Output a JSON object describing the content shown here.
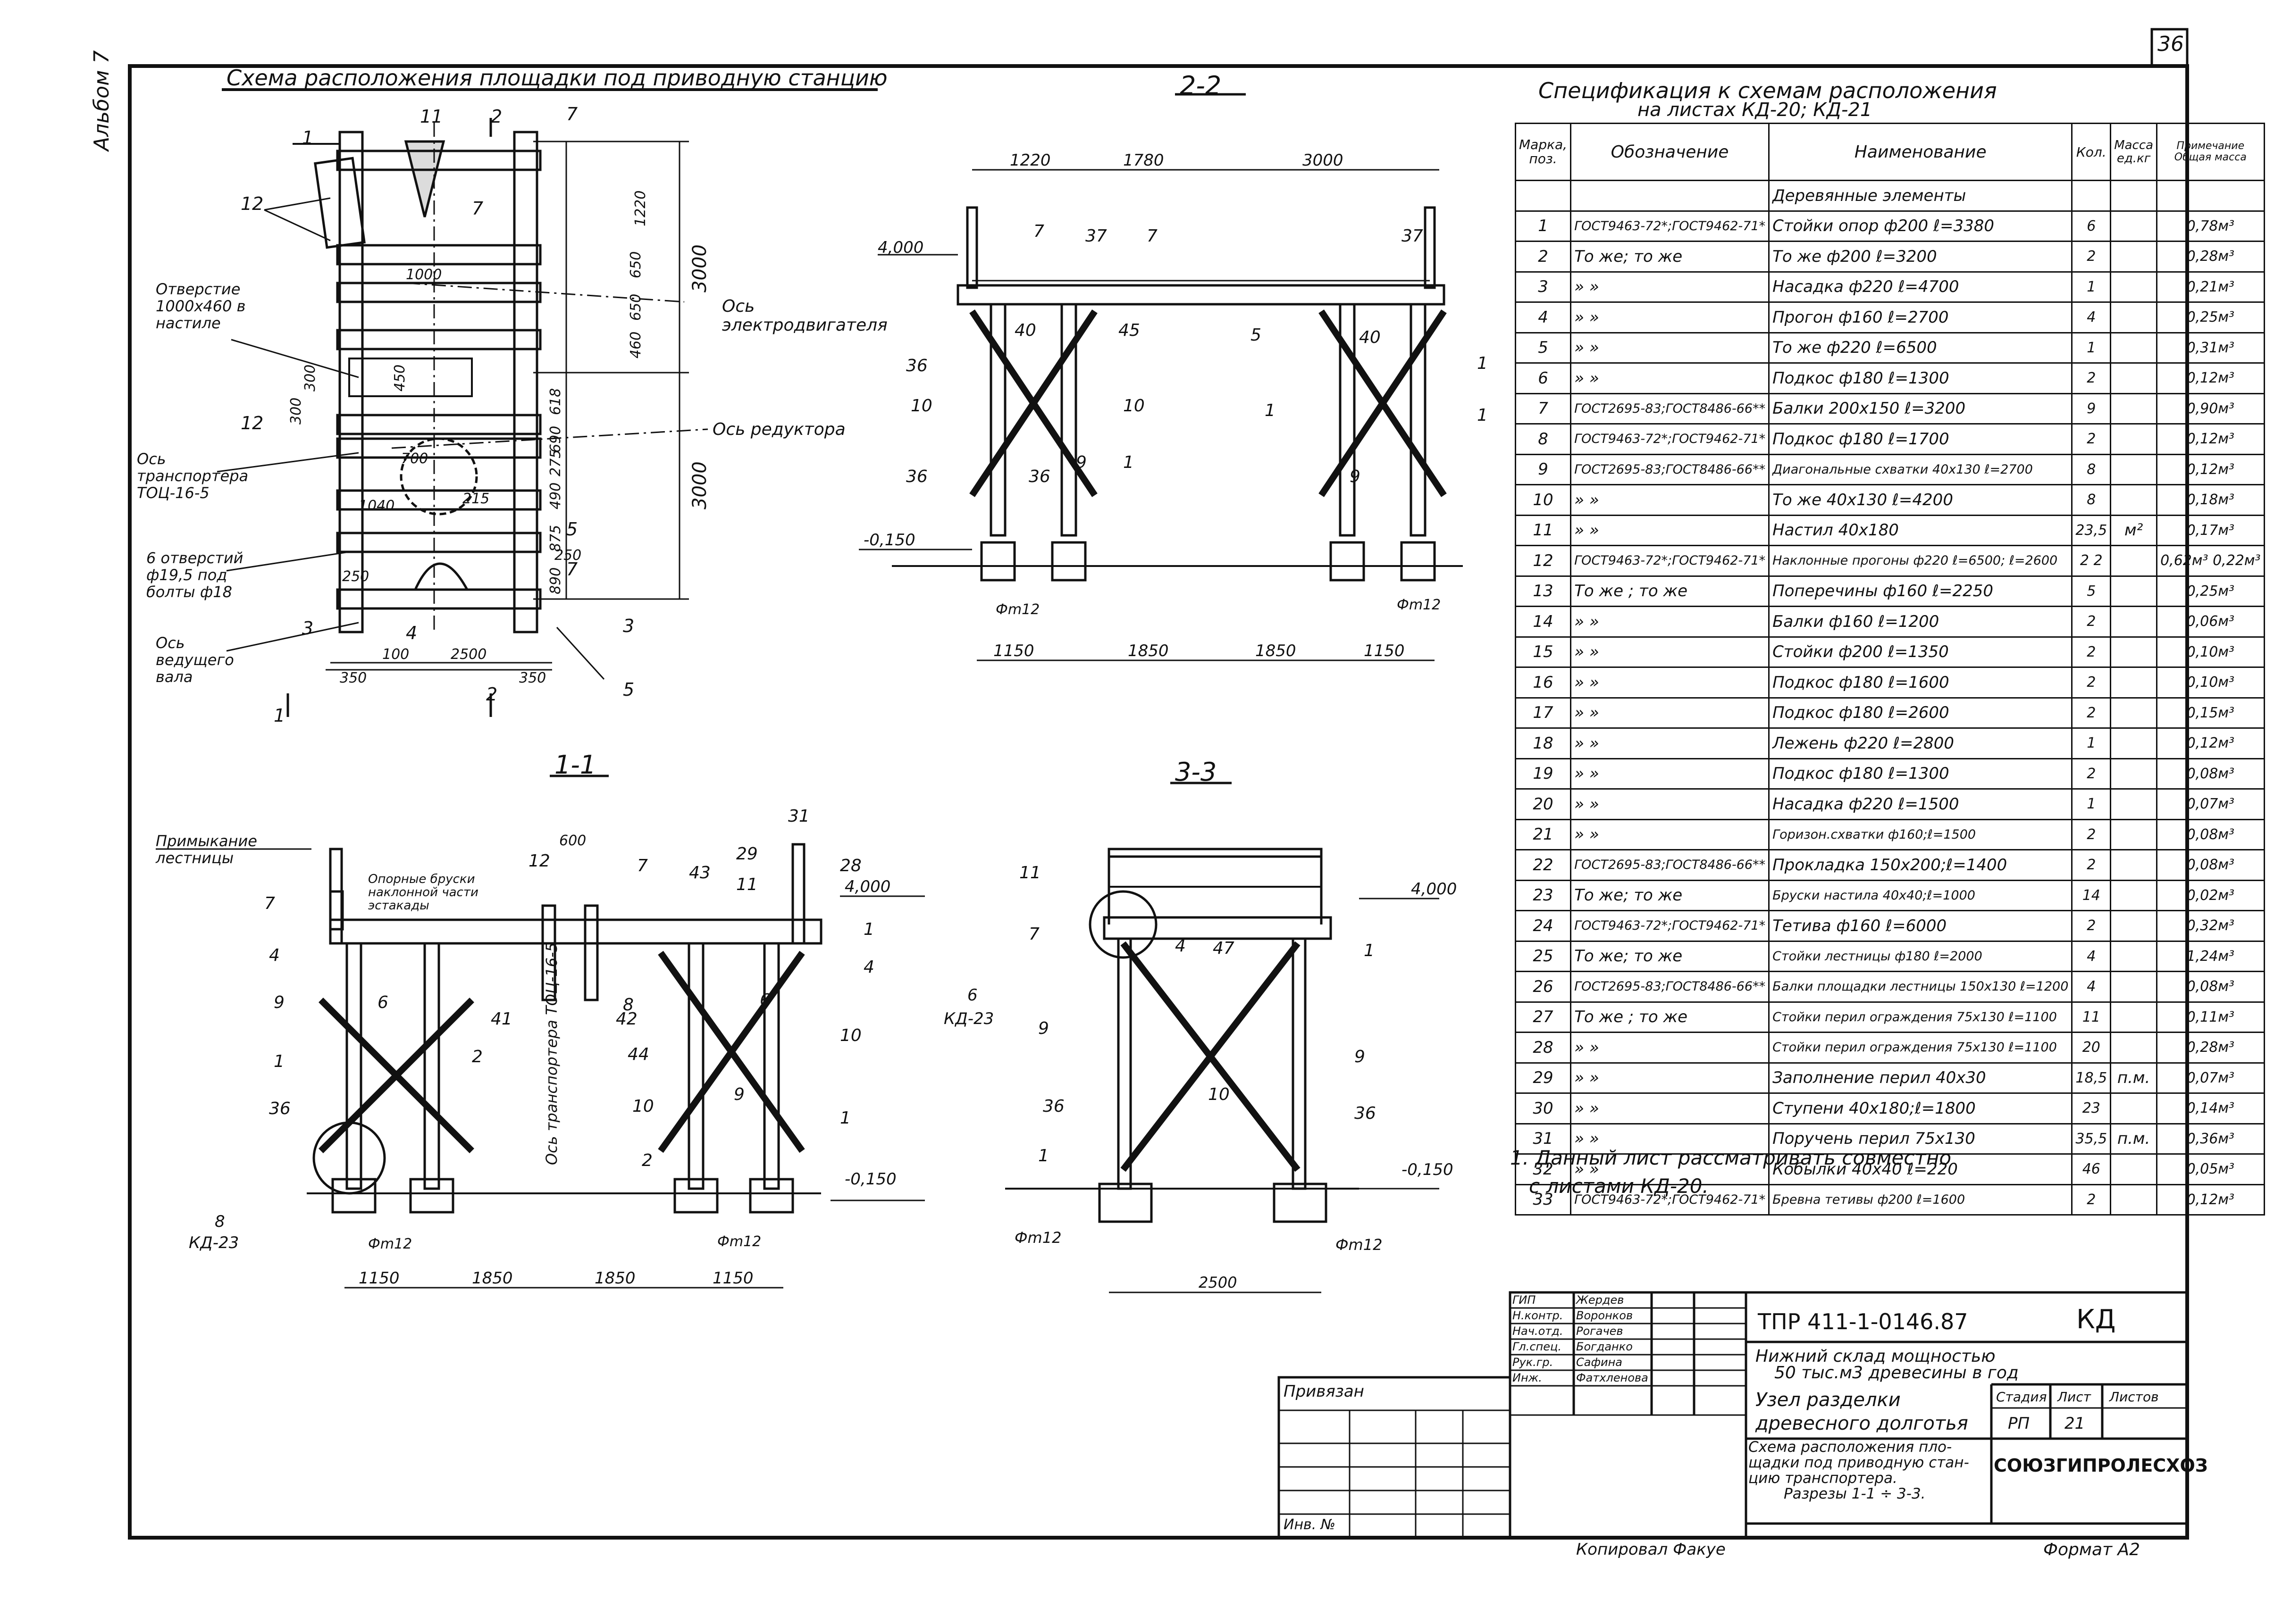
{
  "sheet_number": "36",
  "side_label": "Альбом 7",
  "main_title": "Схема расположения площадки под приводную станцию",
  "sections": {
    "s22": "2-2",
    "s11": "1-1",
    "s33": "3-3"
  },
  "plan_labels": {
    "opening": "Отверстие 1000х460 в настиле",
    "motor_axis": "Ось электродвигателя",
    "reducer_axis": "Ось редуктора",
    "transformer_axis": "Ось транспортера ТОЦ-16-5",
    "holes": "6 отверстий ф19,5 под болты ф18",
    "drive_shaft_axis": "Ось ведущего вала",
    "dims": [
      "1220",
      "650",
      "650",
      "460",
      "618",
      "690",
      "275",
      "490",
      "875",
      "890",
      "3000",
      "3000",
      "100",
      "2500",
      "350",
      "350",
      "250",
      "250",
      "1000",
      "700",
      "215",
      "1040",
      "450",
      "300",
      "300"
    ],
    "callouts": [
      "1",
      "1",
      "2",
      "2",
      "3",
      "3",
      "4",
      "5",
      "5",
      "7",
      "7",
      "7",
      "11",
      "12",
      "12"
    ]
  },
  "s22_labels": {
    "level_top": "4,000",
    "level_bottom": "-0,150",
    "top_dims": [
      "1220",
      "1780",
      "3000"
    ],
    "bottom_dims": [
      "1150",
      "1850",
      "1850",
      "1150"
    ],
    "foundation": "Фm12",
    "callouts": [
      "7",
      "37",
      "7",
      "37",
      "40",
      "45",
      "5",
      "40",
      "36",
      "36",
      "10",
      "10",
      "1",
      "1",
      "36",
      "9",
      "1",
      "9",
      "1"
    ]
  },
  "s11_labels": {
    "stair_abutment": "Примыкание лестницы",
    "support_bars": "Опорные бруски наклонной части эстакады",
    "transformer_axis": "Ось транспортера ТОЦ-16-5",
    "level_top": "4,000",
    "level_bottom": "-0,150",
    "top_dim": "600",
    "bottom_dims": [
      "1150",
      "1850",
      "1850",
      "1150"
    ],
    "foundation": "Фm12",
    "ref": "8",
    "ref_sheet": "КД-23",
    "callouts": [
      "7",
      "4",
      "9",
      "1",
      "36",
      "6",
      "2",
      "41",
      "42",
      "12",
      "7",
      "43",
      "11",
      "29",
      "31",
      "28",
      "1",
      "4",
      "8",
      "6",
      "44",
      "10",
      "10",
      "2",
      "9",
      "1"
    ]
  },
  "s33_labels": {
    "level_top": "4,000",
    "level_bottom": "-0,150",
    "bottom_dim": "2500",
    "foundation": "Фm12",
    "ref": "6",
    "ref_sheet": "КД-23",
    "callouts": [
      "11",
      "7",
      "4",
      "47",
      "1",
      "9",
      "36",
      "10",
      "9",
      "36",
      "1"
    ]
  },
  "spec": {
    "title_line1": "Спецификация к схемам расположения",
    "title_line2": "на листах КД-20; КД-21",
    "headers": {
      "mark": "Марка, поз.",
      "designation": "Обозначение",
      "name": "Наименование",
      "qty": "Кол.",
      "unit_mass": "Масса ед.кг",
      "note": "Примечание Общая масса"
    },
    "group": "Деревянные элементы",
    "rows": [
      {
        "pos": "1",
        "des": "ГОСТ9463-72*;ГОСТ9462-71*",
        "name": "Стойки опор ф200 ℓ=3380",
        "qty": "6",
        "mass": "",
        "total": "0,78м³"
      },
      {
        "pos": "2",
        "des": "То же;  то же",
        "name": "То же ф200 ℓ=3200",
        "qty": "2",
        "mass": "",
        "total": "0,28м³"
      },
      {
        "pos": "3",
        "des": "»      »",
        "name": "Насадка ф220 ℓ=4700",
        "qty": "1",
        "mass": "",
        "total": "0,21м³"
      },
      {
        "pos": "4",
        "des": "»      »",
        "name": "Прогон ф160 ℓ=2700",
        "qty": "4",
        "mass": "",
        "total": "0,25м³"
      },
      {
        "pos": "5",
        "des": "»      »",
        "name": "То же ф220 ℓ=6500",
        "qty": "1",
        "mass": "",
        "total": "0,31м³"
      },
      {
        "pos": "6",
        "des": "»      »",
        "name": "Подкос ф180 ℓ=1300",
        "qty": "2",
        "mass": "",
        "total": "0,12м³"
      },
      {
        "pos": "7",
        "des": "ГОСТ2695-83;ГОСТ8486-66**",
        "name": "Балки 200х150 ℓ=3200",
        "qty": "9",
        "mass": "",
        "total": "0,90м³"
      },
      {
        "pos": "8",
        "des": "ГОСТ9463-72*;ГОСТ9462-71*",
        "name": "Подкос ф180 ℓ=1700",
        "qty": "2",
        "mass": "",
        "total": "0,12м³"
      },
      {
        "pos": "9",
        "des": "ГОСТ2695-83;ГОСТ8486-66**",
        "name": "Диагональные схватки 40х130 ℓ=2700",
        "qty": "8",
        "mass": "",
        "total": "0,12м³"
      },
      {
        "pos": "10",
        "des": "»      »",
        "name": "То же 40х130 ℓ=4200",
        "qty": "8",
        "mass": "",
        "total": "0,18м³"
      },
      {
        "pos": "11",
        "des": "»      »",
        "name": "Настил 40х180",
        "qty": "23,5",
        "mass": "м²",
        "total": "0,17м³"
      },
      {
        "pos": "12",
        "des": "ГОСТ9463-72*;ГОСТ9462-71*",
        "name": "Наклонные прогоны ф220 ℓ=6500; ℓ=2600",
        "qty": "2 2",
        "mass": "",
        "total": "0,62м³ 0,22м³"
      },
      {
        "pos": "13",
        "des": "То же ; то же",
        "name": "Поперечины ф160 ℓ=2250",
        "qty": "5",
        "mass": "",
        "total": "0,25м³"
      },
      {
        "pos": "14",
        "des": "»      »",
        "name": "Балки ф160 ℓ=1200",
        "qty": "2",
        "mass": "",
        "total": "0,06м³"
      },
      {
        "pos": "15",
        "des": "»      »",
        "name": "Стойки ф200 ℓ=1350",
        "qty": "2",
        "mass": "",
        "total": "0,10м³"
      },
      {
        "pos": "16",
        "des": "»      »",
        "name": "Подкос ф180 ℓ=1600",
        "qty": "2",
        "mass": "",
        "total": "0,10м³"
      },
      {
        "pos": "17",
        "des": "»      »",
        "name": "Подкос ф180 ℓ=2600",
        "qty": "2",
        "mass": "",
        "total": "0,15м³"
      },
      {
        "pos": "18",
        "des": "»      »",
        "name": "Лежень ф220 ℓ=2800",
        "qty": "1",
        "mass": "",
        "total": "0,12м³"
      },
      {
        "pos": "19",
        "des": "»      »",
        "name": "Подкос ф180 ℓ=1300",
        "qty": "2",
        "mass": "",
        "total": "0,08м³"
      },
      {
        "pos": "20",
        "des": "»      »",
        "name": "Насадка ф220 ℓ=1500",
        "qty": "1",
        "mass": "",
        "total": "0,07м³"
      },
      {
        "pos": "21",
        "des": "»      »",
        "name": "Горизон.схватки ф160;ℓ=1500",
        "qty": "2",
        "mass": "",
        "total": "0,08м³"
      },
      {
        "pos": "22",
        "des": "ГОСТ2695-83;ГОСТ8486-66**",
        "name": "Прокладка 150х200;ℓ=1400",
        "qty": "2",
        "mass": "",
        "total": "0,08м³"
      },
      {
        "pos": "23",
        "des": "То же;   то же",
        "name": "Бруски настила 40х40;ℓ=1000",
        "qty": "14",
        "mass": "",
        "total": "0,02м³"
      },
      {
        "pos": "24",
        "des": "ГОСТ9463-72*;ГОСТ9462-71*",
        "name": "Тетива ф160 ℓ=6000",
        "qty": "2",
        "mass": "",
        "total": "0,32м³"
      },
      {
        "pos": "25",
        "des": "То же;   то же",
        "name": "Стойки лестницы ф180 ℓ=2000",
        "qty": "4",
        "mass": "",
        "total": "1,24м³"
      },
      {
        "pos": "26",
        "des": "ГОСТ2695-83;ГОСТ8486-66**",
        "name": "Балки площадки лестницы 150х130 ℓ=1200",
        "qty": "4",
        "mass": "",
        "total": "0,08м³"
      },
      {
        "pos": "27",
        "des": "То же ;  то же",
        "name": "Стойки перил ограждения 75х130 ℓ=1100",
        "qty": "11",
        "mass": "",
        "total": "0,11м³"
      },
      {
        "pos": "28",
        "des": "»      »",
        "name": "Стойки перил ограждения 75х130 ℓ=1100",
        "qty": "20",
        "mass": "",
        "total": "0,28м³"
      },
      {
        "pos": "29",
        "des": "»      »",
        "name": "Заполнение перил 40х30",
        "qty": "18,5",
        "mass": "п.м.",
        "total": "0,07м³"
      },
      {
        "pos": "30",
        "des": "»      »",
        "name": "Ступени 40х180;ℓ=1800",
        "qty": "23",
        "mass": "",
        "total": "0,14м³"
      },
      {
        "pos": "31",
        "des": "»      »",
        "name": "Поручень перил 75х130",
        "qty": "35,5",
        "mass": "п.м.",
        "total": "0,36м³"
      },
      {
        "pos": "32",
        "des": "»      »",
        "name": "Кобылки 40х40 ℓ=220",
        "qty": "46",
        "mass": "",
        "total": "0,05м³"
      },
      {
        "pos": "33",
        "des": "ГОСТ9463-72*;ГОСТ9462-71*",
        "name": "Бревна тетивы ф200 ℓ=1600",
        "qty": "2",
        "mass": "",
        "total": "0,12м³"
      }
    ]
  },
  "note_line1": "1. Данный лист рассматривать совместно",
  "note_line2": "с листами КД-20.",
  "stamp": {
    "roles": [
      "ГИП",
      "Н.контр.",
      "Нач.отд.",
      "Гл.спец.",
      "Рук.гр.",
      "Инж."
    ],
    "names": [
      "Жердев",
      "Воронков",
      "Рогачев",
      "Богданко",
      "Сафина",
      "Фатхленова"
    ],
    "code": "ТПР 411-1-0146.87",
    "mark": "КД",
    "project_line1": "Нижний склад мощностью",
    "project_line2": "50 тыс.м3 древесины в год",
    "unit_line1": "Узел разделки",
    "unit_line2": "древесного долготья",
    "sheet_title_line1": "Схема расположения пло-",
    "sheet_title_line2": "щадки под приводную стан-",
    "sheet_title_line3": "цию транспортера.",
    "sheet_title_line4": "Разрезы 1-1 ÷ 3-3.",
    "stage_label": "Стадия",
    "sheet_label": "Лист",
    "sheets_label": "Листов",
    "stage": "РП",
    "sheet": "21",
    "org": "СОЮЗГИПРОЛЕСХОЗ",
    "bound": "Привязан",
    "inv": "Инв. №"
  },
  "copied": "Копировал Факуе",
  "format": "Формат А2"
}
